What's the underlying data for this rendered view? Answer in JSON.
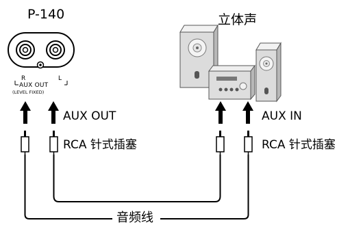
{
  "device": {
    "model": "P-140",
    "port_label": "AUX OUT",
    "port_sublabel": "(LEVEL FIXED)",
    "channel_right": "R",
    "channel_left": "L"
  },
  "system": {
    "title": "立体声"
  },
  "connections": {
    "left_signal": "AUX OUT",
    "left_plug": "RCA 针式插塞",
    "right_signal": "AUX IN",
    "right_plug": "RCA 针式插塞"
  },
  "cable": {
    "label": "音频线"
  }
}
